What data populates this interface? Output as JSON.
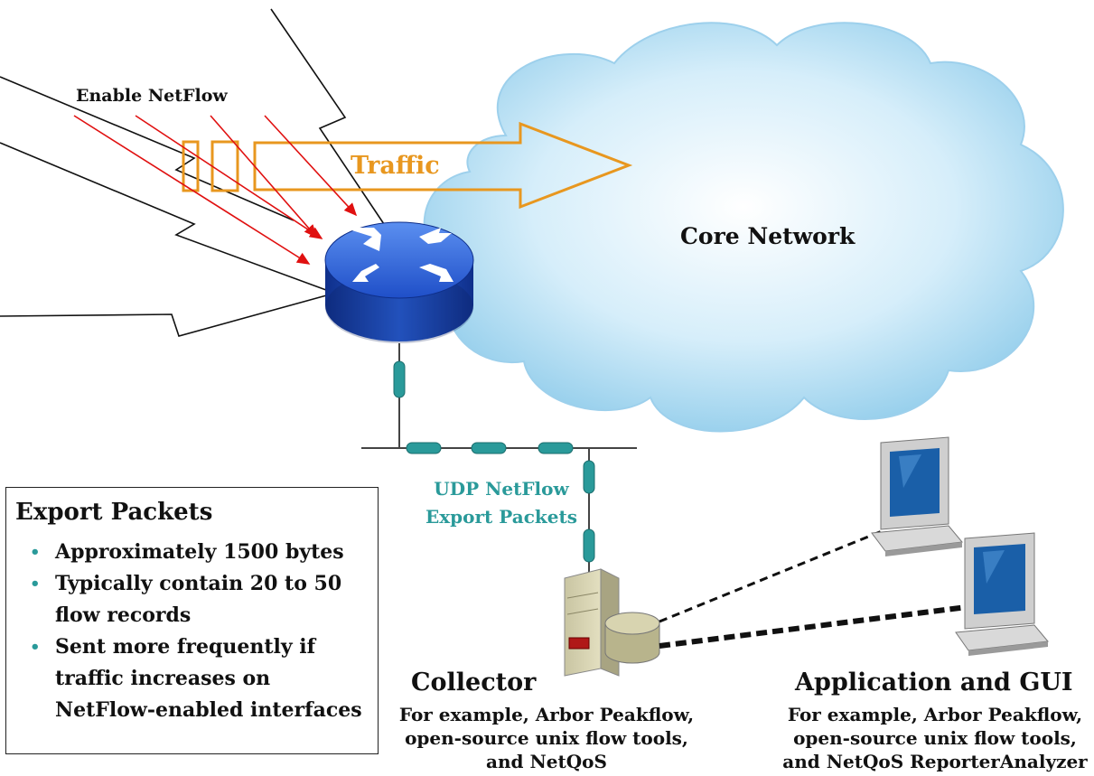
{
  "labels": {
    "enable_netflow": "Enable NetFlow",
    "traffic": "Traffic",
    "core_network": "Core Network",
    "udp_line1": "UDP NetFlow",
    "udp_line2": "Export Packets"
  },
  "export_box": {
    "title": "Export Packets",
    "items": [
      "Approximately 1500 bytes",
      "Typically contain 20 to 50 flow records",
      "Sent more frequently if traffic increases on NetFlow-enabled interfaces"
    ]
  },
  "collector": {
    "title": "Collector",
    "desc": "For example, Arbor Peakflow, open-source unix flow tools, and NetQoS"
  },
  "application": {
    "title": "Application and GUI",
    "desc": "For example, Arbor Peakflow, open-source unix flow tools, and NetQoS ReporterAnalyzer"
  },
  "colors": {
    "traffic": "#e8971f",
    "udp_text": "#2a9a9a",
    "arrows": "#e01010",
    "router": "#1c5ad6",
    "cloud": "#a8d8f0"
  },
  "icons": [
    "router-icon",
    "cloud-icon",
    "collector-server-icon",
    "workstation-icon"
  ]
}
